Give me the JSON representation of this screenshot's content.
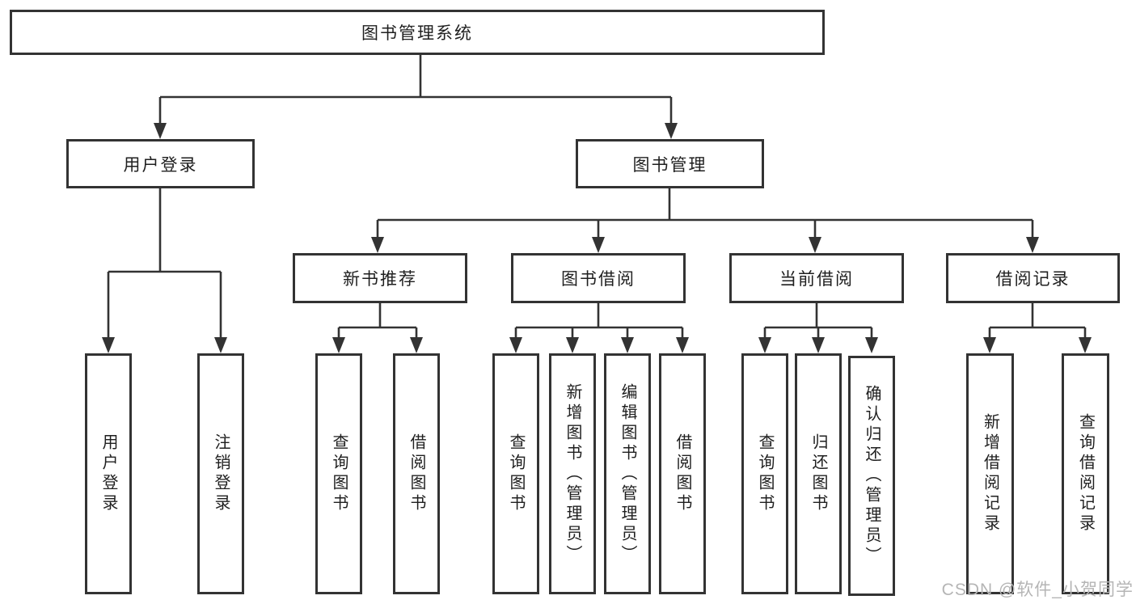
{
  "colors": {
    "line": "#333333",
    "box_border": "#333333",
    "text": "#1f1f1f",
    "watermark": "#b5b5b5",
    "background": "#ffffff"
  },
  "watermark": "CSDN @软件_小贺同学",
  "diagram": {
    "title": "图书管理系统",
    "children": [
      {
        "label": "用户登录",
        "children": [
          {
            "label": "用户登录"
          },
          {
            "label": "注销登录"
          }
        ]
      },
      {
        "label": "图书管理",
        "children": [
          {
            "label": "新书推荐",
            "children": [
              {
                "label": "查询图书"
              },
              {
                "label": "借阅图书"
              }
            ]
          },
          {
            "label": "图书借阅",
            "children": [
              {
                "label": "查询图书"
              },
              {
                "label": "新增图书（管理员）"
              },
              {
                "label": "编辑图书（管理员）"
              },
              {
                "label": "借阅图书"
              }
            ]
          },
          {
            "label": "当前借阅",
            "children": [
              {
                "label": "查询图书"
              },
              {
                "label": "归还图书"
              },
              {
                "label": "确认归还（管理员）"
              }
            ]
          },
          {
            "label": "借阅记录",
            "children": [
              {
                "label": "新增借阅记录"
              },
              {
                "label": "查询借阅记录"
              }
            ]
          }
        ]
      }
    ]
  }
}
